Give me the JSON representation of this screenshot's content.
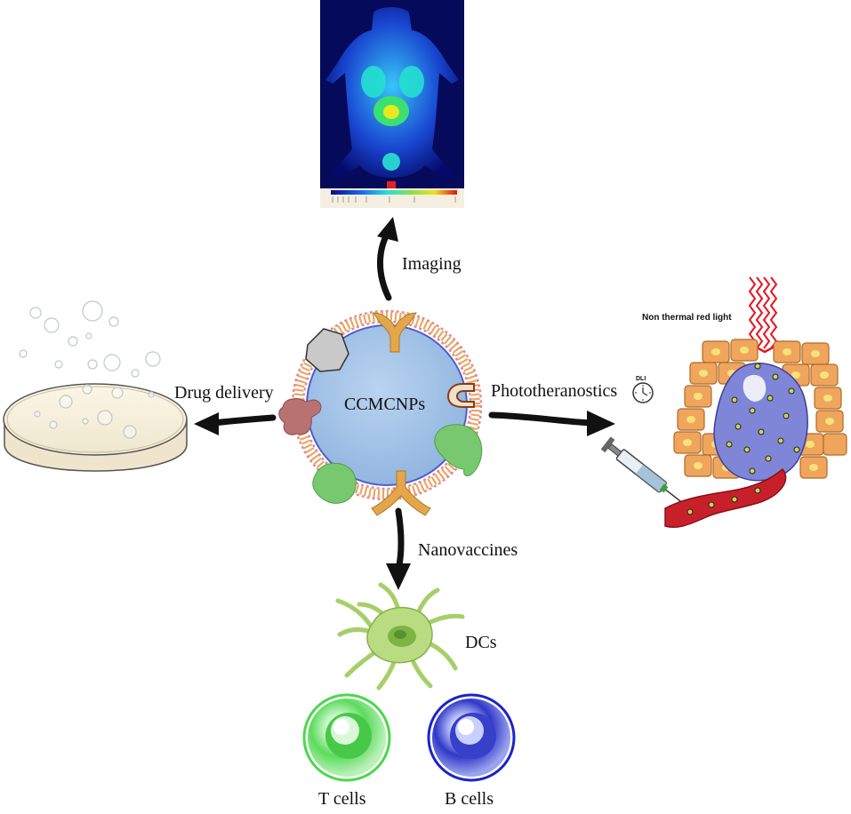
{
  "center": {
    "label": "CCMCNPs"
  },
  "branches": {
    "imaging": "Imaging",
    "drug_delivery": "Drug delivery",
    "phototheranostics": "Phototheranostics",
    "nanovaccines": "Nanovaccines"
  },
  "photo_panel": {
    "light_label": "Non thermal red light",
    "clock_label": "DLI"
  },
  "immune": {
    "dcs": "DCs",
    "t_cells": "T cells",
    "b_cells": "B cells"
  },
  "colors": {
    "nanoparticle_core": "#a8c6ea",
    "membrane": "#e8a76b",
    "arrow": "#111111",
    "t_cell": "#4ad84a",
    "b_cell": "#1a24c8",
    "dc": "#a6cf6a",
    "tumor_cells": "#f0a55c",
    "red_light": "#e8141e"
  },
  "icons": [
    "syringe-icon",
    "clock-icon",
    "petri-dish-icon",
    "dendritic-cell-icon"
  ]
}
